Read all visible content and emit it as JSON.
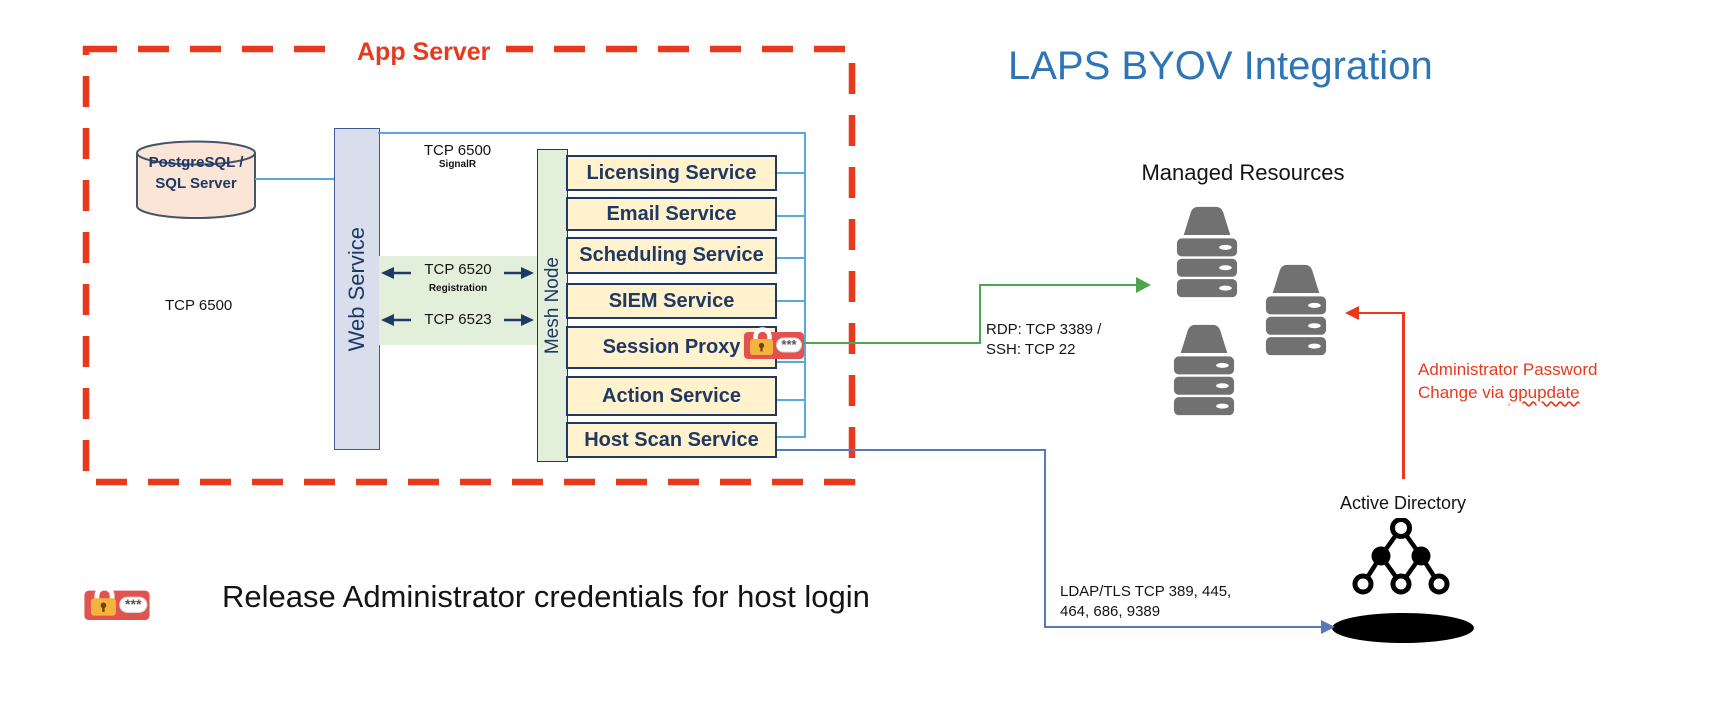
{
  "title": "LAPS BYOV Integration",
  "app_server": {
    "label": "App Server",
    "database": {
      "line1": "PostgreSQL /",
      "line2": "SQL Server"
    },
    "db_port": "TCP 6500",
    "web_service_label": "Web Service",
    "mesh_node_label": "Mesh Node",
    "signalr_port": "TCP 6500",
    "signalr_protocol": "SignalR",
    "registration_port": "TCP 6520",
    "registration_label": "Registration",
    "secondary_port": "TCP 6523",
    "services": [
      "Licensing Service",
      "Email Service",
      "Scheduling Service",
      "SIEM Service",
      "Session Proxy",
      "Action Service",
      "Host Scan Service"
    ]
  },
  "managed_resources": {
    "label": "Managed Resources"
  },
  "active_directory": {
    "label": "Active Directory"
  },
  "connections": {
    "rdp_line1": "RDP: TCP 3389 /",
    "rdp_line2": "SSH: TCP 22",
    "ldap_line1": "LDAP/TLS  TCP 389, 445,",
    "ldap_line2": "464, 686, 9389",
    "admin_password_line1": "Administrator Password",
    "admin_password_line2_prefix": "Change via ",
    "admin_password_line2_link": "gpupdate"
  },
  "credential_badge": {
    "stars": "***"
  },
  "legend": {
    "text": "Release Administrator credentials for host login"
  },
  "colors": {
    "accent_red": "#E8391D",
    "navy": "#1F3864",
    "title_blue": "#2E75B6",
    "light_blue_line": "#58A8E2",
    "slate_line": "#5878B8",
    "green_line": "#4BA64F",
    "service_fill": "#FFF2CC",
    "panel_green": "#E2EFDA",
    "web_service_fill": "#D8DEEB",
    "database_fill": "#FBE5D6",
    "badge_red": "#E2534F",
    "server_gray": "#717171"
  }
}
